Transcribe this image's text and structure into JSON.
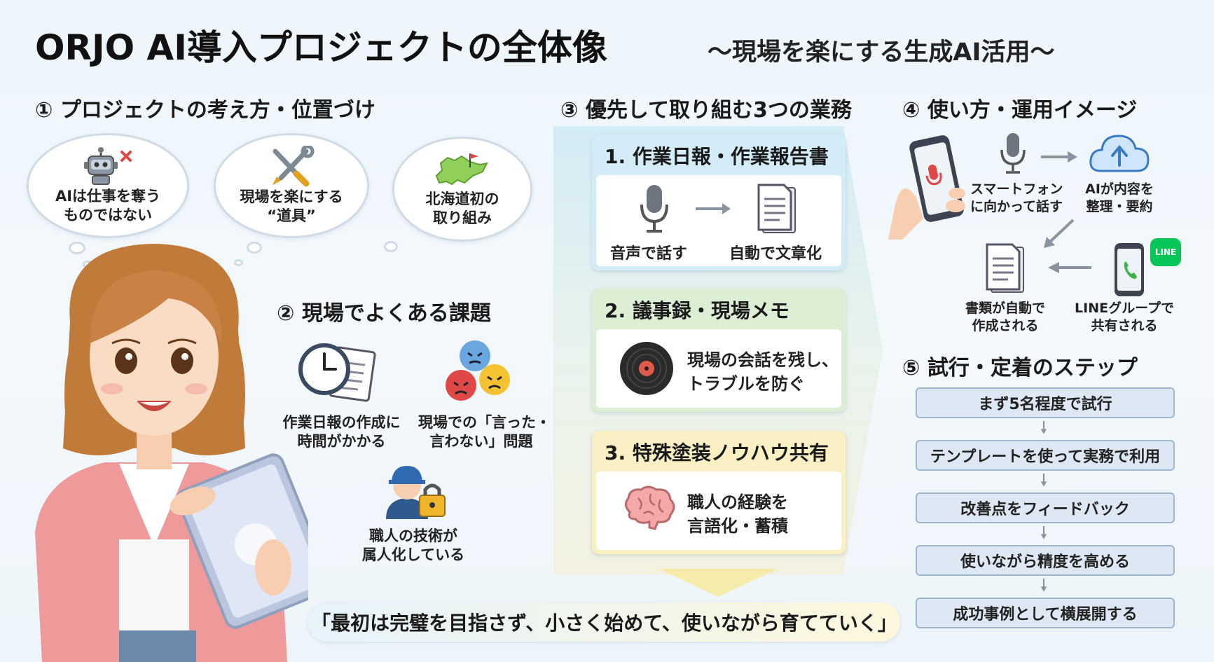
{
  "title": {
    "main": "ORJO AI導入プロジェクトの全体像",
    "subtitle": "〜現場を楽にする生成AI活用〜"
  },
  "section1": {
    "heading": "① プロジェクトの考え方・位置づけ",
    "clouds": [
      {
        "line1": "AIは仕事を奪う",
        "line2": "ものではない",
        "icon": "robot-icon"
      },
      {
        "line1": "現場を楽にする",
        "line2": "“道具”",
        "icon": "tools-icon"
      },
      {
        "line1": "北海道初の",
        "line2": "取り組み",
        "icon": "hokkaido-map-icon"
      }
    ]
  },
  "section2": {
    "heading": "② 現場でよくある課題",
    "issues": [
      {
        "line1": "作業日報の作成に",
        "line2": "時間がかかる",
        "icon": "clock-document-icon"
      },
      {
        "line1": "現場での「言った・",
        "line2": "言わない」問題",
        "icon": "angry-faces-icon"
      },
      {
        "line1": "職人の技術が",
        "line2": "属人化している",
        "icon": "worker-lock-icon"
      }
    ]
  },
  "section3": {
    "heading": "③ 優先して取り組む3つの業務",
    "tasks": [
      {
        "title": "1. 作業日報・作業報告書",
        "left_label": "音声で話す",
        "right_label": "自動で文章化",
        "color": "#d4ecf7"
      },
      {
        "title": "2. 議事録・現場メモ",
        "line1": "現場の会話を残し、",
        "line2": "トラブルを防ぐ",
        "color": "#dcefd4"
      },
      {
        "title": "3. 特殊塗装ノウハウ共有",
        "line1": "職人の経験を",
        "line2": "言語化・蓄積",
        "color": "#faf0c4"
      }
    ]
  },
  "section4": {
    "heading": "④ 使い方・運用イメージ",
    "flow": [
      {
        "line1": "スマートフォン",
        "line2": "に向かって話す"
      },
      {
        "line1": "AIが内容を",
        "line2": "整理・要約"
      },
      {
        "line1": "LINEグループで",
        "line2": "共有される"
      },
      {
        "line1": "書類が自動で",
        "line2": "作成される"
      }
    ],
    "line_badge": "LINE"
  },
  "section5": {
    "heading": "⑤ 試行・定着のステップ",
    "steps": [
      "まず5名程度で試行",
      "テンプレートを使って実務で利用",
      "改善点をフィードバック",
      "使いながら精度を高める",
      "成功事例として横展開する"
    ]
  },
  "motto": "「最初は完璧を目指さず、小さく始めて、使いながら育てていく」"
}
